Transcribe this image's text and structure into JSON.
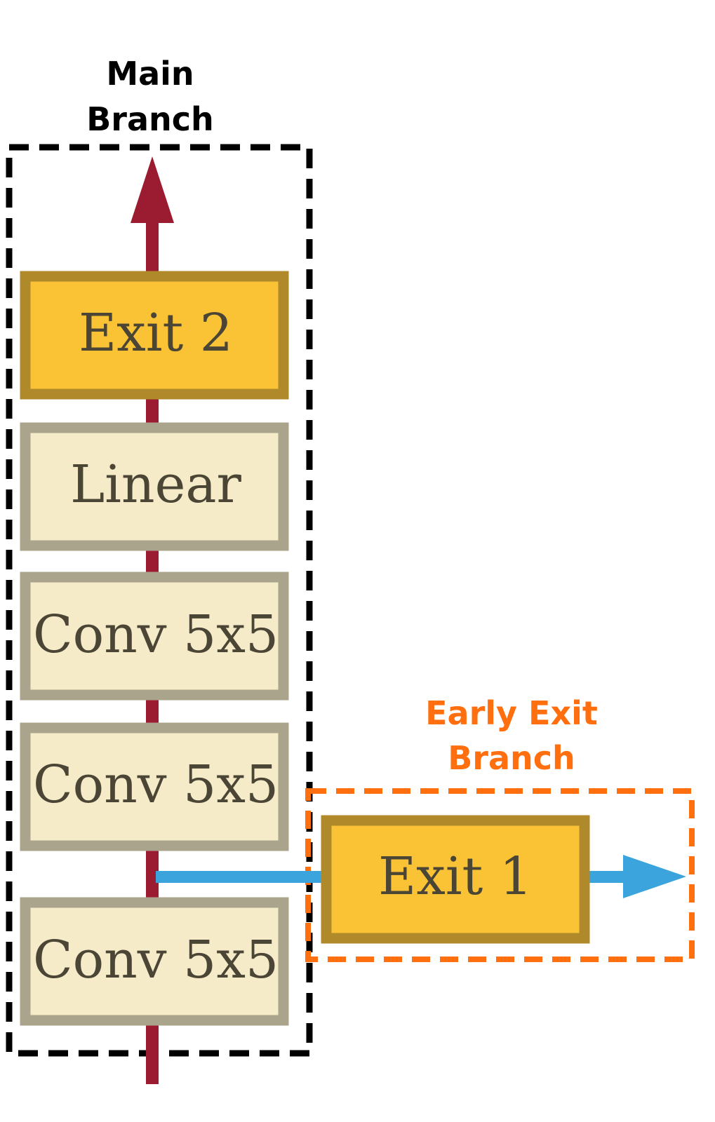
{
  "main_branch": {
    "caption_lines": [
      "Main",
      "Branch"
    ],
    "caption_color": "#000000",
    "border_color": "#000000",
    "arrow_color": "#9B1B30"
  },
  "early_exit_branch": {
    "caption_lines": [
      "Early Exit",
      "Branch"
    ],
    "caption_color": "#FF6F0F",
    "border_color": "#FF6F0F",
    "arrow_color": "#3BA4DC"
  },
  "blocks": {
    "exit2": {
      "label": "Exit 2",
      "kind": "exit"
    },
    "linear": {
      "label": "Linear",
      "kind": "layer"
    },
    "conv3": {
      "label": "Conv 5x5",
      "kind": "layer"
    },
    "conv2": {
      "label": "Conv 5x5",
      "kind": "layer"
    },
    "conv1": {
      "label": "Conv 5x5",
      "kind": "layer"
    },
    "exit1": {
      "label": "Exit 1",
      "kind": "exit"
    }
  },
  "colors": {
    "exit_fill": "#FAC235",
    "exit_border": "#B08A2A",
    "layer_fill": "#F6EBC8",
    "layer_border": "#ABA48C",
    "label_text": "#4A4535"
  }
}
